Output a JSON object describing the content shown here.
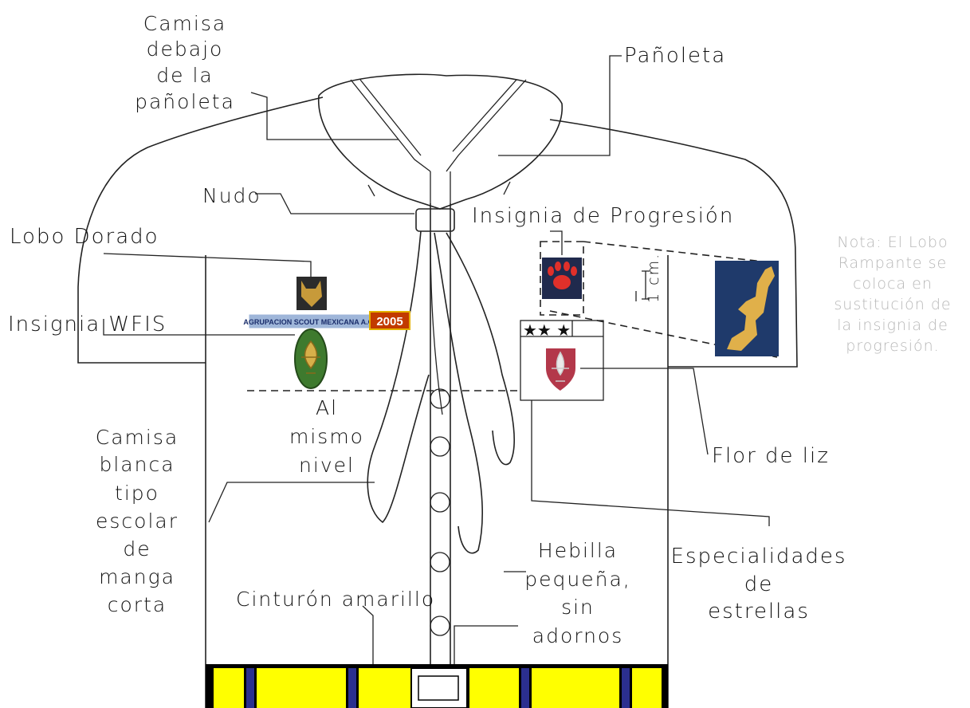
{
  "labels": {
    "camisa_debajo": [
      "Camisa",
      "debajo",
      "de la",
      "pañoleta"
    ],
    "panoleta": "Pañoleta",
    "nudo": "Nudo",
    "lobo_dorado": "Lobo Dorado",
    "insignia_progresion": "Insignia de Progresión",
    "insignia_wfis": "Insignia WFIS",
    "al_mismo_nivel": [
      "Al",
      "mismo",
      "nivel"
    ],
    "camisa_blanca": [
      "Camisa",
      "blanca",
      "tipo",
      "escolar",
      "de",
      "manga",
      "corta"
    ],
    "flor_de_liz": "Flor de liz",
    "hebilla": [
      "Hebilla",
      "pequeña,",
      "sin",
      "adornos"
    ],
    "especialidades": [
      "Especialidades",
      "de",
      "estrellas"
    ],
    "cinturon": "Cinturón amarillo",
    "medida": "1 cm."
  },
  "note": [
    "Nota: El Lobo",
    "Rampante se",
    "coloca en",
    "sustitución de",
    "la insignia de",
    "progresión."
  ],
  "badges": {
    "agrupacion_text": "AGRUPACION SCOUT MEXICANA A.C.",
    "agrupacion_year": "2005",
    "stars": "★★ ★"
  },
  "colors": {
    "belt_yellow": "#ffff00",
    "belt_stripe": "#2b2f8f",
    "ink": "#111111",
    "note_gray": "#b8b8b8",
    "year_bg": "#c23a00",
    "wfis_green": "#3e7a2e",
    "progression_navy": "#202a4d",
    "paw_red": "#e0302a",
    "wolf_navy": "#1f3a6b",
    "wolf_gold": "#e0b04a",
    "shield_red": "#b3384a"
  }
}
